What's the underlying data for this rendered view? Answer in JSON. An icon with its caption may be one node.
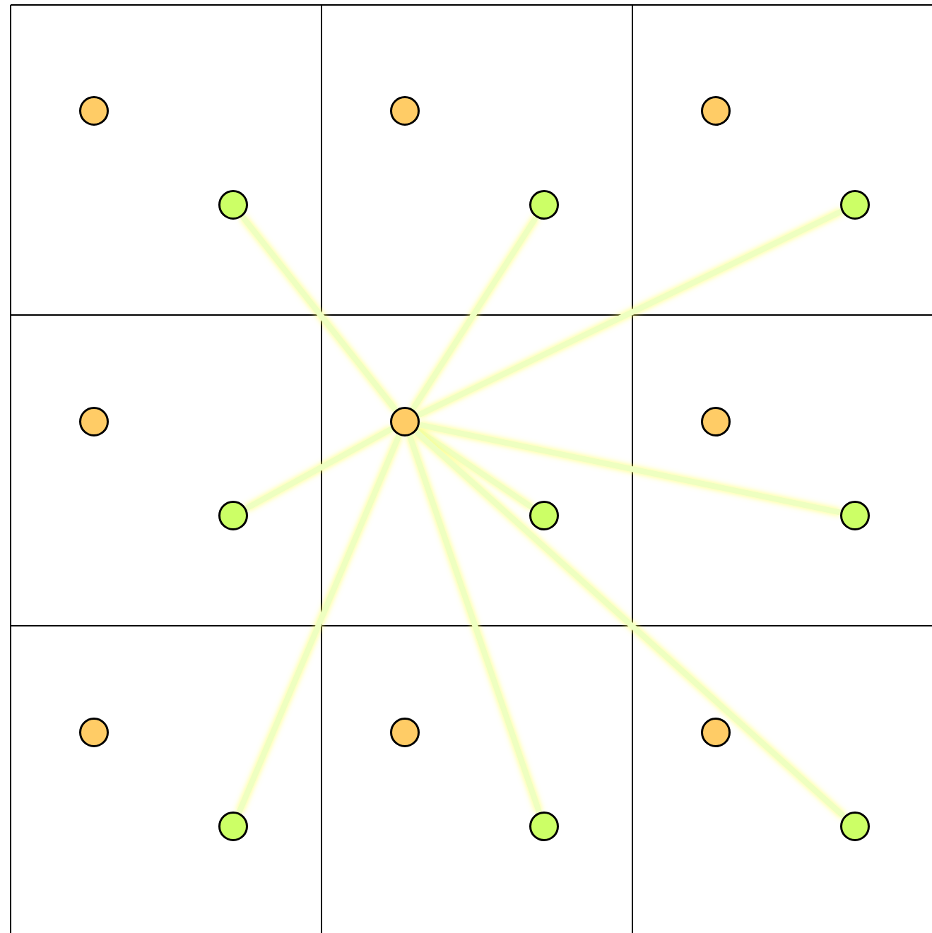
{
  "diagram": {
    "nodes": [
      {
        "text": [],
        "shape": "circle"
      },
      {
        "text": [],
        "shape": "circle"
      },
      {
        "text": [],
        "shape": "circle"
      },
      {
        "text": [],
        "shape": "circle"
      },
      {
        "text": [],
        "shape": "circle"
      },
      {
        "text": [],
        "shape": "circle"
      },
      {
        "text": [],
        "shape": "circle"
      },
      {
        "text": [],
        "shape": "circle"
      },
      {
        "text": [],
        "shape": "circle"
      },
      {
        "text": [],
        "shape": "circle"
      },
      {
        "text": [],
        "shape": "circle"
      },
      {
        "text": [],
        "shape": "circle"
      },
      {
        "text": [],
        "shape": "circle"
      },
      {
        "text": [],
        "shape": "circle"
      },
      {
        "text": [],
        "shape": "circle"
      },
      {
        "text": [],
        "shape": "circle"
      },
      {
        "text": [],
        "shape": "circle"
      },
      {
        "text": [],
        "shape": "circle"
      }
    ],
    "edges": [
      {
        "from": 7,
        "to": 3,
        "arrow": "none"
      },
      {
        "from": 7,
        "to": 4,
        "arrow": "none"
      },
      {
        "from": 7,
        "to": 5,
        "arrow": "none"
      },
      {
        "from": 7,
        "to": 9,
        "arrow": "none"
      },
      {
        "from": 7,
        "to": 10,
        "arrow": "none"
      },
      {
        "from": 7,
        "to": 11,
        "arrow": "none"
      },
      {
        "from": 7,
        "to": 15,
        "arrow": "none"
      },
      {
        "from": 7,
        "to": 16,
        "arrow": "none"
      },
      {
        "from": 7,
        "to": 17,
        "arrow": "none"
      }
    ]
  }
}
